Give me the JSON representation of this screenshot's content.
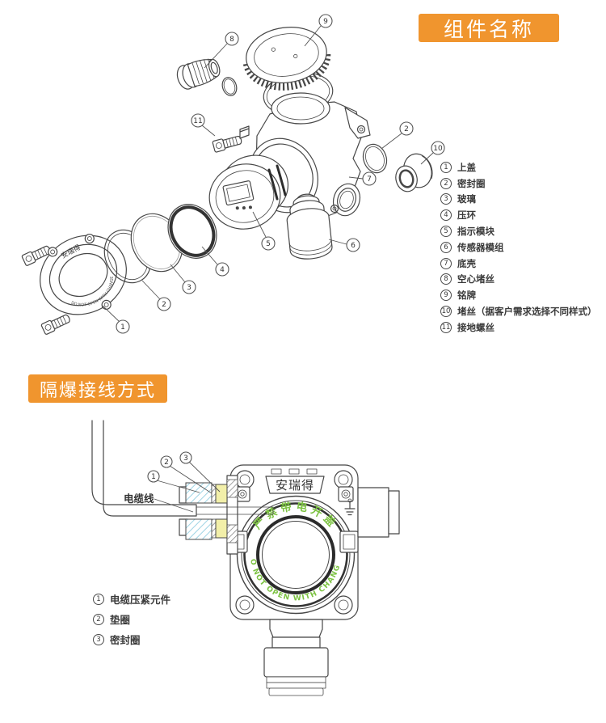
{
  "colors": {
    "accent_orange": "#F0952E",
    "warning_green": "#7CC242",
    "hatch_cyan": "#9FD4E4",
    "seal_yellow": "#F2EFA9",
    "line": "#474747"
  },
  "section_components": {
    "banner": "组件名称",
    "legend": [
      {
        "num": "1",
        "label": "上盖"
      },
      {
        "num": "2",
        "label": "密封圈"
      },
      {
        "num": "3",
        "label": "玻璃"
      },
      {
        "num": "4",
        "label": "压环"
      },
      {
        "num": "5",
        "label": "指示模块"
      },
      {
        "num": "6",
        "label": "传感器模组"
      },
      {
        "num": "7",
        "label": "底壳"
      },
      {
        "num": "8",
        "label": "空心堵丝"
      },
      {
        "num": "9",
        "label": "铭牌"
      },
      {
        "num": "10",
        "label": "堵丝（据客户需求选择不同样式）"
      },
      {
        "num": "11",
        "label": "接地螺丝"
      }
    ]
  },
  "section_wiring": {
    "banner": "隔爆接线方式",
    "cable_label": "电缆线",
    "legend": [
      {
        "num": "1",
        "label": "电缆压紧元件"
      },
      {
        "num": "2",
        "label": "垫圈"
      },
      {
        "num": "3",
        "label": "密封圈"
      }
    ]
  },
  "device": {
    "brand": "安瑞得",
    "warning_cn": "严禁带电开盖",
    "warning_en": "DO NOT OPEN WITH CHANGED"
  }
}
